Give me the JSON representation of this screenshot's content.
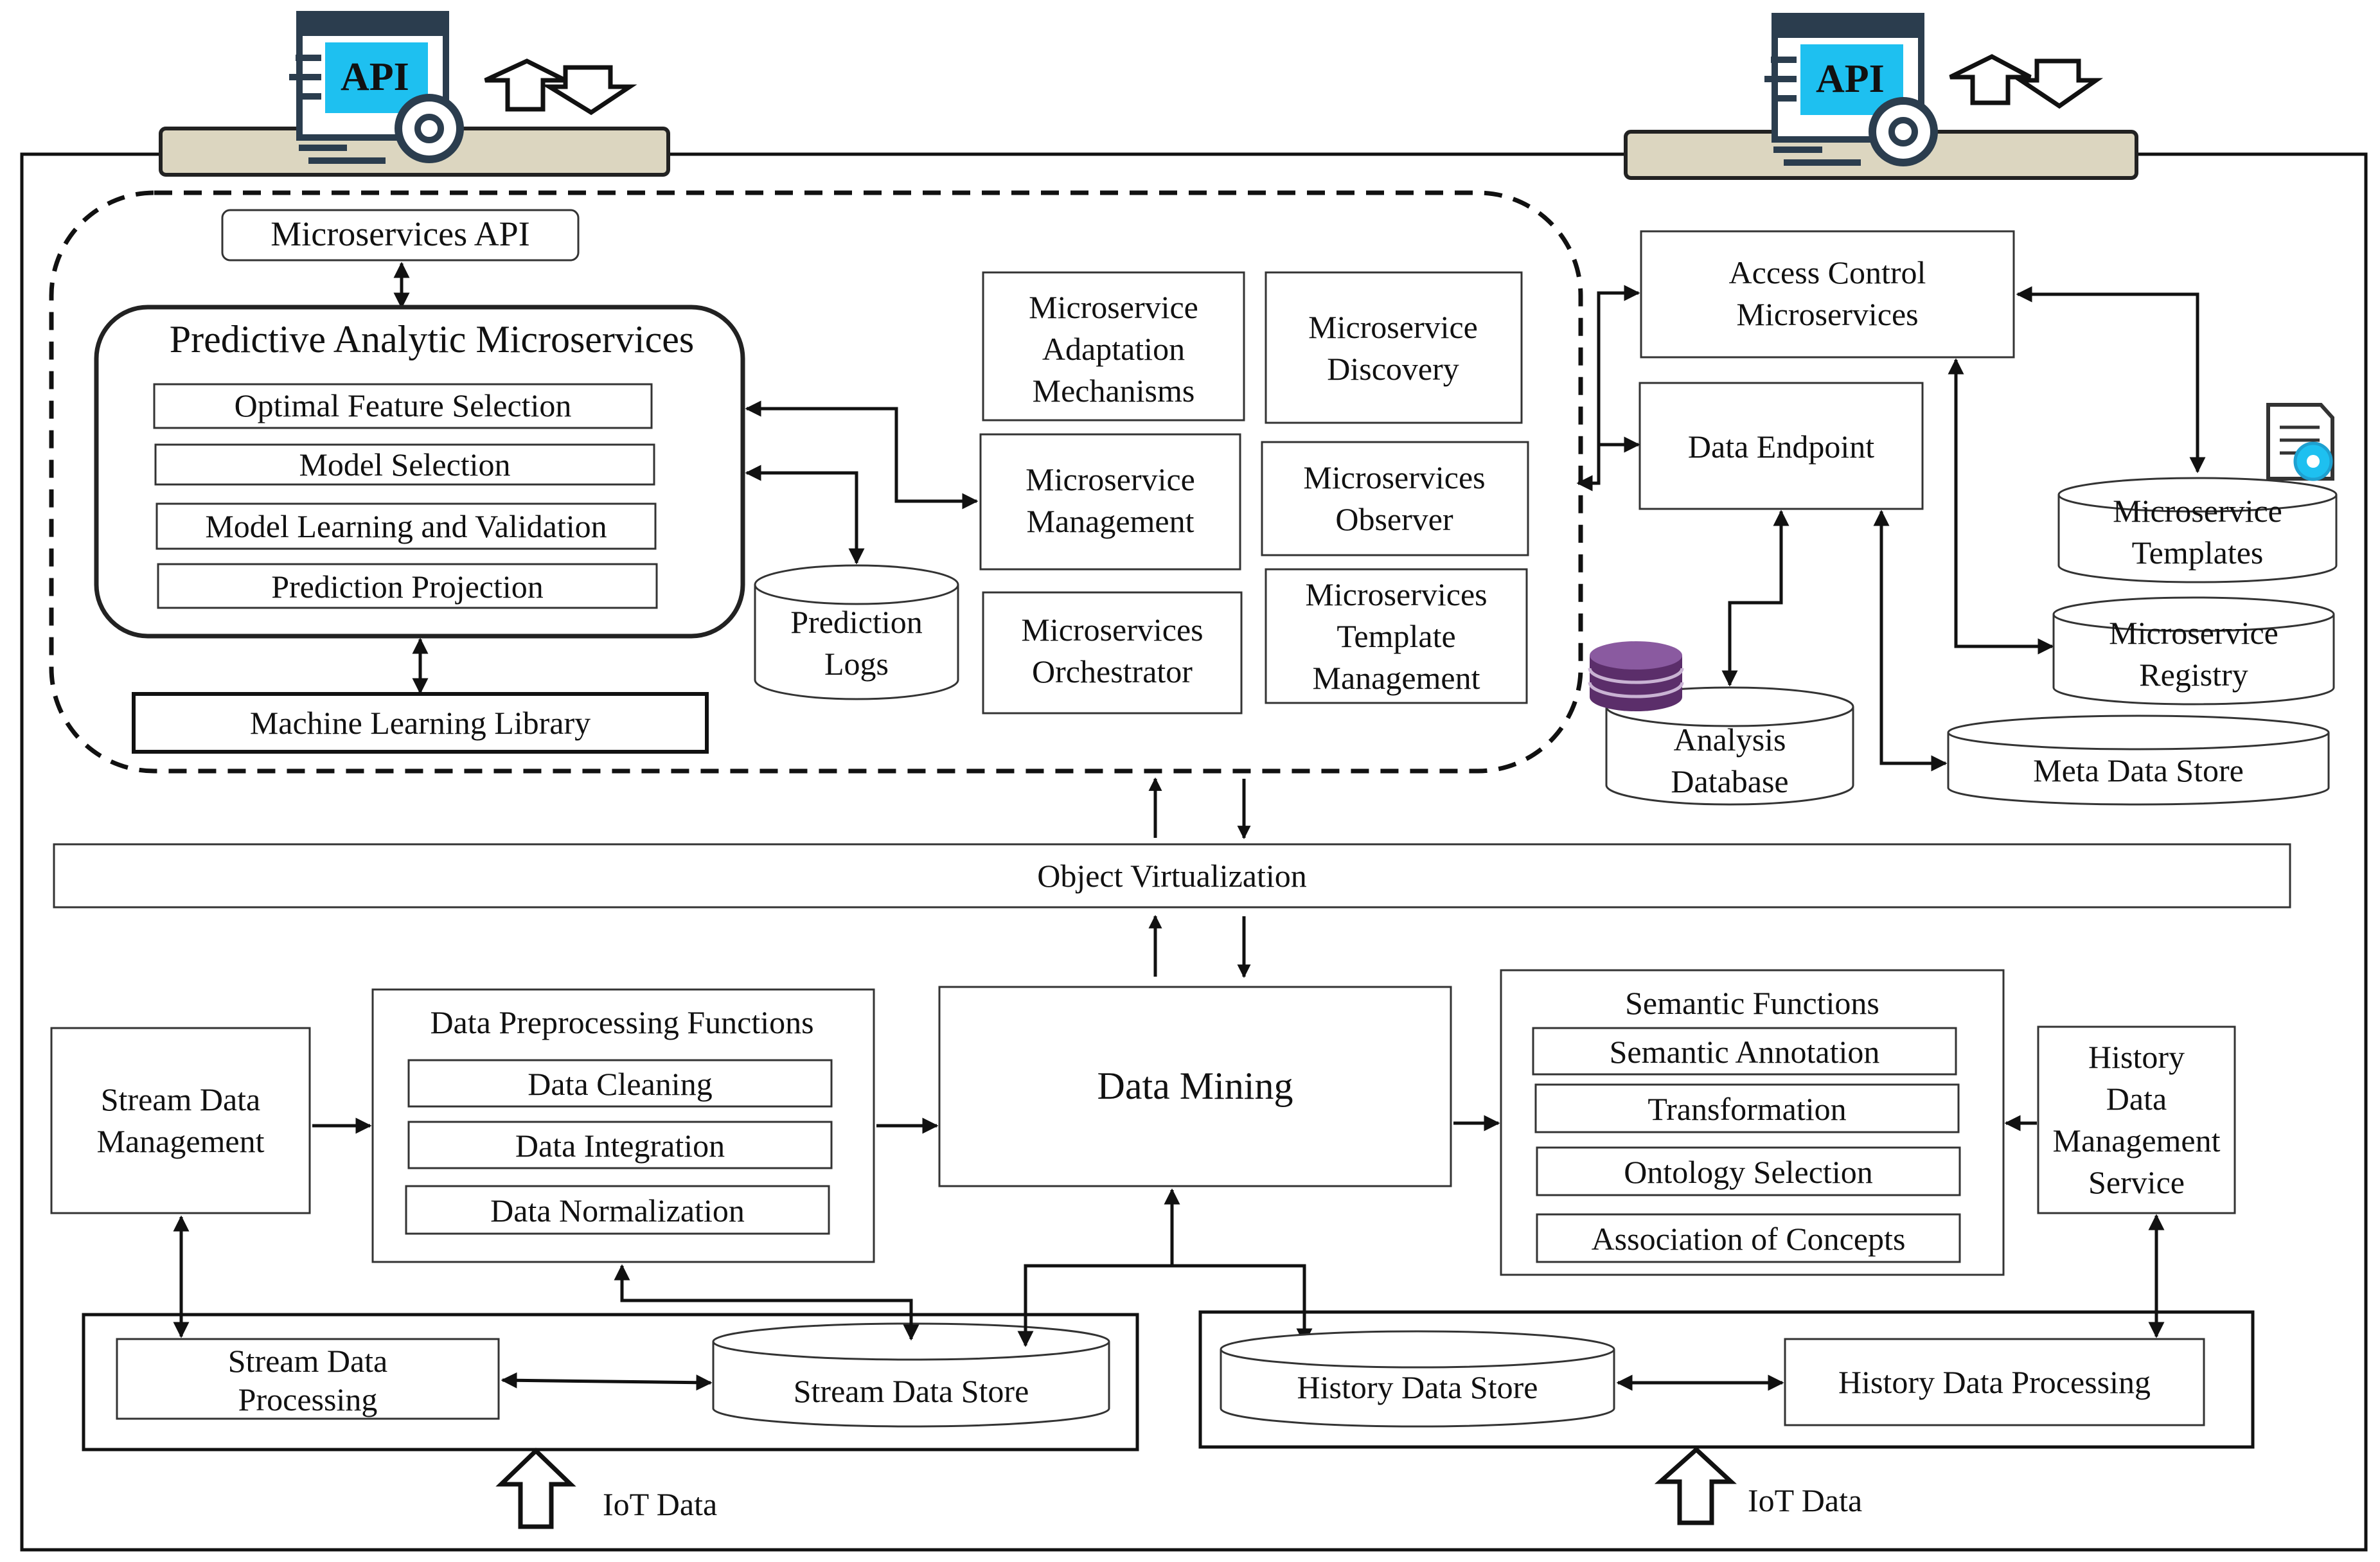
{
  "api_label": "API",
  "microservices": {
    "api": "Microservices API",
    "predictive": {
      "title": "Predictive Analytic Microservices",
      "items": [
        "Optimal Feature Selection",
        "Model Selection",
        "Model Learning and Validation",
        "Prediction Projection"
      ]
    },
    "ml_library": "Machine Learning Library",
    "prediction_logs": [
      "Prediction",
      "Logs"
    ],
    "adaptation": [
      "Microservice",
      "Adaptation",
      "Mechanisms"
    ],
    "discovery": [
      "Microservice",
      "Discovery"
    ],
    "management": [
      "Microservice",
      "Management"
    ],
    "observer": [
      "Microservices",
      "Observer"
    ],
    "orchestrator": [
      "Microservices",
      "Orchestrator"
    ],
    "template_mgmt": [
      "Microservices",
      "Template",
      "Management"
    ]
  },
  "access": {
    "access_control": [
      "Access Control",
      "Microservices"
    ],
    "data_endpoint": "Data Endpoint",
    "templates": [
      "Microservice",
      "Templates"
    ],
    "registry": [
      "Microservice",
      "Registry"
    ],
    "analysis_db": [
      "Analysis",
      "Database"
    ],
    "meta_store": "Meta Data Store"
  },
  "object_virtualization": "Object Virtualization",
  "bottom": {
    "stream_mgmt": [
      "Stream Data",
      "Management"
    ],
    "preprocessing": {
      "title": "Data Preprocessing Functions",
      "items": [
        "Data Cleaning",
        "Data Integration",
        "Data Normalization"
      ]
    },
    "data_mining": "Data Mining",
    "semantic": {
      "title": "Semantic Functions",
      "items": [
        "Semantic Annotation",
        "Transformation",
        "Ontology Selection",
        "Association of Concepts"
      ]
    },
    "history_mgmt": [
      "History",
      "Data",
      "Management",
      "Service"
    ],
    "stream_processing": [
      "Stream Data",
      "Processing"
    ],
    "stream_store": "Stream Data Store",
    "history_store": "History Data Store",
    "history_processing": "History Data Processing",
    "iot_left": "IoT Data",
    "iot_right": "IoT Data"
  }
}
